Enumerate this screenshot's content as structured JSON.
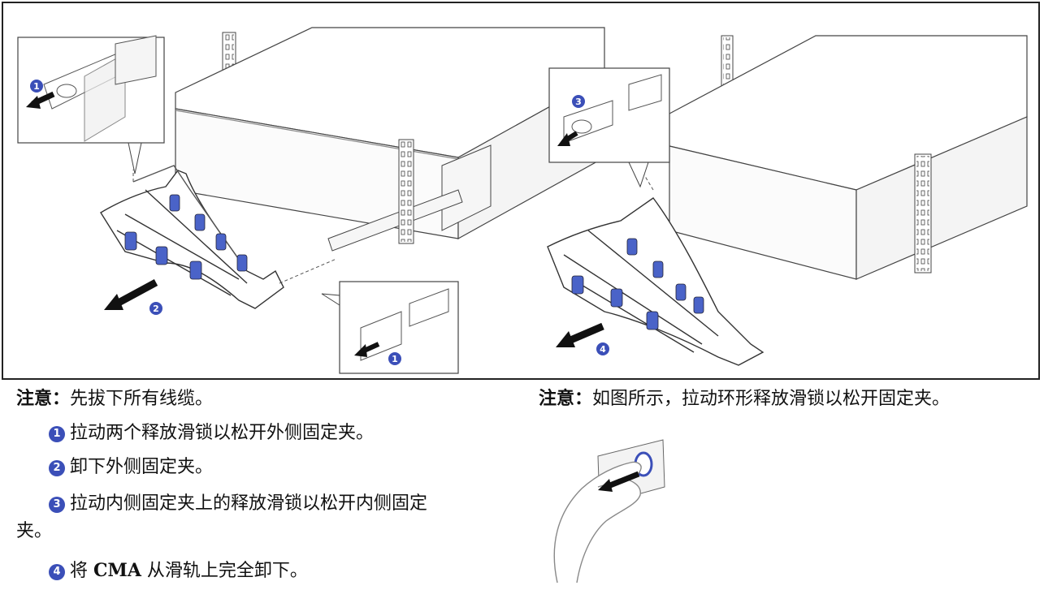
{
  "left_note": {
    "prefix": "注意：",
    "text": "先拔下所有线缆。"
  },
  "right_note": {
    "prefix": "注意：",
    "text": "如图所示，拉动环形释放滑锁以松开固定夹。"
  },
  "steps": [
    {
      "num": "1",
      "text": "拉动两个释放滑锁以松开外侧固定夹。"
    },
    {
      "num": "2",
      "text": "卸下外侧固定夹。"
    },
    {
      "num": "3",
      "text_line1": "拉动内侧固定夹上的释放滑锁以松开内侧固定",
      "text_line2": "夹。"
    },
    {
      "num": "4",
      "text_pre": "将 ",
      "text_bold": "CMA",
      "text_post": " 从滑轨上完全卸下。"
    }
  ],
  "figure_callouts": [
    "1",
    "2",
    "1",
    "3",
    "4"
  ],
  "colors": {
    "accent": "#3b4fb8",
    "clip_blue": "#4a63c8",
    "line": "#333333"
  }
}
